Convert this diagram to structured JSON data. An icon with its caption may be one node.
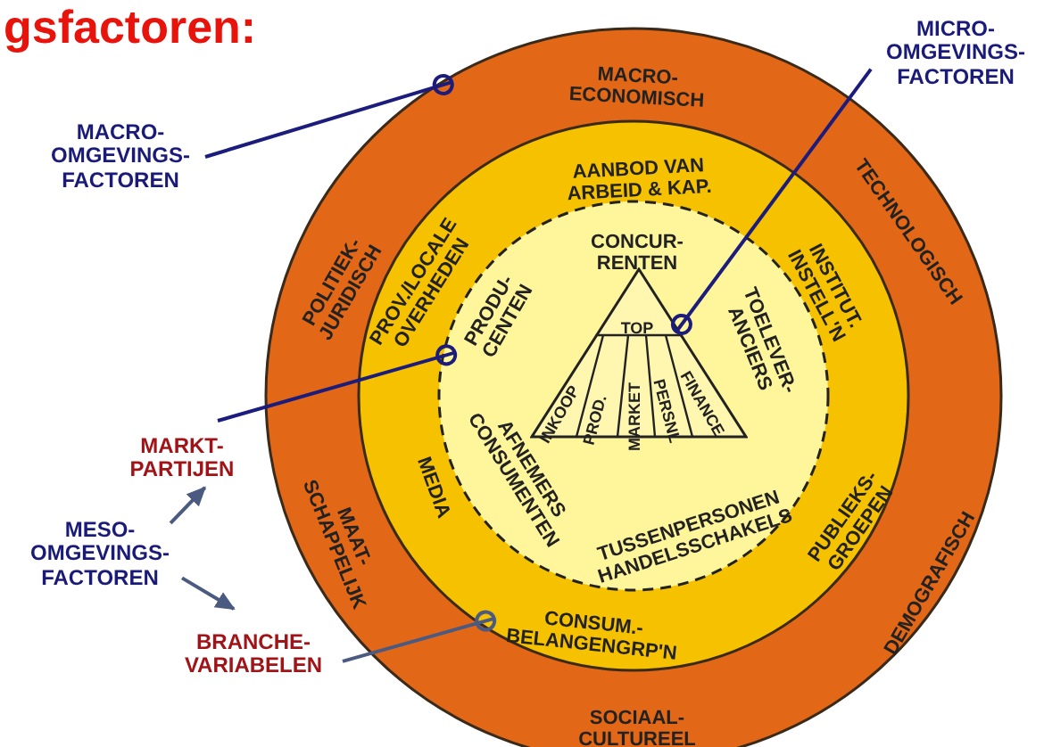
{
  "diagram": {
    "title": "gsfactoren:",
    "nodes": [
      {
        "text": [
          "MACRO- ECONOMISCH",
          "TECHNOLOGISCH",
          "DEMOGRAFISCH",
          "SOCIAAL- CULTUREEL",
          "MAAT- SCHAPPELIJK",
          "POLITIEK- JURIDISCH"
        ]
      },
      {
        "text": [
          "AANBOD VAN ARBEID & KAP.",
          "INSTITUT. INSTELL'N",
          "PUBLIEKS- GROEPEN",
          "CONSUM.- BELANGENGRP'N",
          "MEDIA",
          "PROV./LOCALE OVERHEDEN"
        ],
        "in": 0
      },
      {
        "text": [
          "CONCUR- RENTEN",
          "TOELEVER- ANCIERS",
          "TUSSENPERSONEN HANDELSSCHAKELS",
          "AFNEMERS CONSUMENTEN",
          "PRODU- CENTEN"
        ],
        "in": 1
      },
      {
        "text": [
          "TOP",
          "INKOOP",
          "PROD.",
          "MARKET",
          "PERSNL",
          "FINANCE"
        ],
        "in": 2
      },
      {
        "text": [
          "MACRO- OMGEVINGS- FACTOREN"
        ]
      },
      {
        "text": [
          "MICRO- OMGEVINGS- FACTOREN"
        ]
      },
      {
        "text": [
          "MARKT- PARTIJEN"
        ]
      },
      {
        "text": [
          "MESO- OMGEVINGS- FACTOREN"
        ]
      },
      {
        "text": [
          "BRANCHE- VARIABELEN"
        ]
      }
    ],
    "edges": [
      {
        "from": 4,
        "to": 0,
        "arrow": "other"
      },
      {
        "from": 5,
        "to": 3,
        "arrow": "other"
      },
      {
        "from": 6,
        "to": 2,
        "arrow": "other"
      },
      {
        "from": 7,
        "to": 6,
        "arrow": "to",
        "color": "#4a5a80"
      },
      {
        "from": 7,
        "to": 8,
        "arrow": "to",
        "color": "#4a5a80"
      },
      {
        "from": 8,
        "to": 1,
        "arrow": "other",
        "color": "#4a5a80"
      }
    ]
  }
}
